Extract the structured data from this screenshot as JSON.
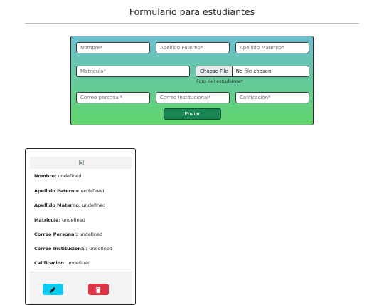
{
  "page": {
    "title": "Formulario para estudiantes"
  },
  "form": {
    "nombre_placeholder": "Nombre*",
    "apellido_paterno_placeholder": "Apellido Paterno*",
    "apellido_materno_placeholder": "Apellido Materno*",
    "matricula_placeholder": "Matricula*",
    "file_button_label": "Choose File",
    "file_status": "No file chosen",
    "file_hint": "Foto del estudiante*",
    "correo_personal_placeholder": "Correo personal*",
    "correo_institucional_placeholder": "Correo institucional*",
    "calificacion_placeholder": "Calificación*",
    "submit_label": "Enviar"
  },
  "card": {
    "rows": [
      {
        "label": "Nombre:",
        "value": "undefined"
      },
      {
        "label": "Apellido Paterno:",
        "value": "undefined"
      },
      {
        "label": "Apellido Materno:",
        "value": "undefined"
      },
      {
        "label": "Matricula:",
        "value": "undefined"
      },
      {
        "label": "Correo Personal:",
        "value": "undefined"
      },
      {
        "label": "Correo Institucional:",
        "value": "undefined"
      },
      {
        "label": "Calificacion:",
        "value": "undefined"
      }
    ],
    "edit_icon": "pencil-icon",
    "delete_icon": "trash-icon"
  },
  "colors": {
    "gradient_top": "#6bbfcf",
    "gradient_bottom": "#5ed46a",
    "submit": "#198754",
    "edit": "#0dcaf0",
    "delete": "#dc3545"
  }
}
